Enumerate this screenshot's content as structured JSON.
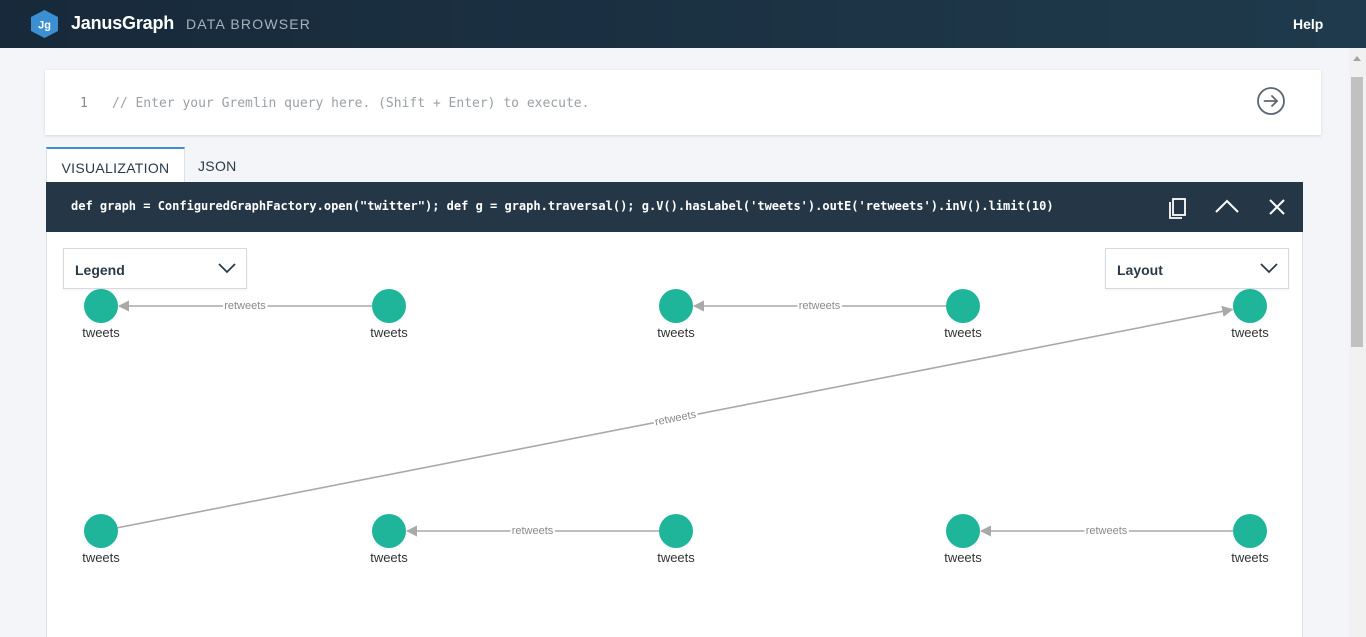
{
  "header": {
    "brand": "JanusGraph",
    "subtitle": "DATA BROWSER",
    "logo_text": "Jg",
    "help_label": "Help",
    "logo_color": "#3d8fd3"
  },
  "query_editor": {
    "line_number": "1",
    "placeholder": "// Enter your Gremlin query here. (Shift + Enter) to execute.",
    "value": "",
    "run_icon": "arrow-circle-right-icon"
  },
  "tabs": [
    {
      "label": "VISUALIZATION",
      "active": true
    },
    {
      "label": "JSON",
      "active": false
    }
  ],
  "query_bar": {
    "text": "def graph = ConfiguredGraphFactory.open(\"twitter\"); def g = graph.traversal(); g.V().hasLabel('tweets').outE('retweets').inV().limit(10)",
    "copy_icon": "copy-icon",
    "collapse_icon": "chevron-up-icon",
    "close_icon": "close-icon"
  },
  "legend_dropdown": {
    "label": "Legend"
  },
  "layout_dropdown": {
    "label": "Layout"
  },
  "graph": {
    "node_color": "#1fb59a",
    "edge_color": "#a9a9a9",
    "nodes": [
      {
        "id": "n1",
        "label": "tweets"
      },
      {
        "id": "n2",
        "label": "tweets"
      },
      {
        "id": "n3",
        "label": "tweets"
      },
      {
        "id": "n4",
        "label": "tweets"
      },
      {
        "id": "n5",
        "label": "tweets"
      },
      {
        "id": "n6",
        "label": "tweets"
      },
      {
        "id": "n7",
        "label": "tweets"
      },
      {
        "id": "n8",
        "label": "tweets"
      },
      {
        "id": "n9",
        "label": "tweets"
      },
      {
        "id": "n10",
        "label": "tweets"
      }
    ],
    "edges": [
      {
        "from": "n2",
        "to": "n1",
        "label": "retweets"
      },
      {
        "from": "n4",
        "to": "n3",
        "label": "retweets"
      },
      {
        "from": "n6",
        "to": "n5",
        "label": "retweets"
      },
      {
        "from": "n8",
        "to": "n7",
        "label": "retweets"
      },
      {
        "from": "n10",
        "to": "n9",
        "label": "retweets"
      }
    ]
  }
}
